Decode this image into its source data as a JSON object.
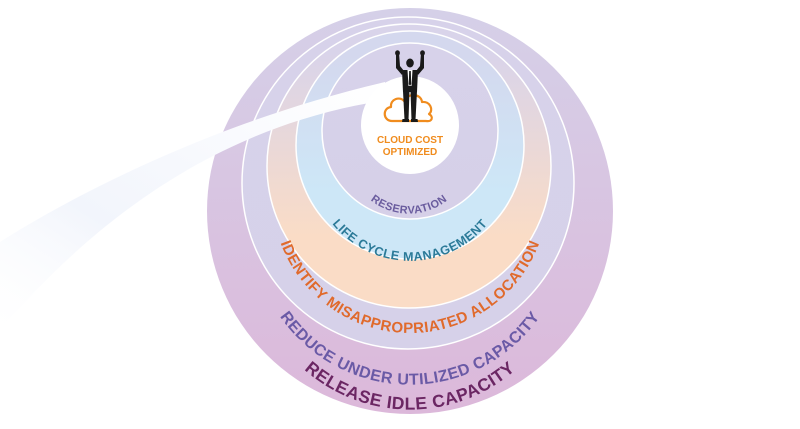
{
  "diagram": {
    "title": "Cloud Cost Optimization Layers",
    "center": {
      "line1": "CLOUD COST",
      "line2": "OPTIMIZED",
      "icon": "person-on-cloud-icon",
      "color": "#f08c1e"
    },
    "layers": [
      {
        "id": "reservation",
        "label": "RESERVATION",
        "text_color": "#6a5c9e",
        "fill_top": "#d7d2ea",
        "fill_bottom": "#d6d0e8"
      },
      {
        "id": "life-cycle",
        "label": "LIFE CYCLE MANAGEMENT",
        "text_color": "#2b7a98",
        "fill_top": "#d4d8ee",
        "fill_bottom": "#cde7f7"
      },
      {
        "id": "misappropriated",
        "label": "IDENTIFY MISAPPROPRIATED ALLOCATION",
        "text_color": "#e06a2c",
        "fill_top": "#d9d4ea",
        "fill_bottom": "#fadcc6"
      },
      {
        "id": "under-utilized",
        "label": "REDUCE UNDER UTILIZED CAPACITY",
        "text_color": "#6a5aa6",
        "fill_top": "#d7d2ea",
        "fill_bottom": "#d6d1e9"
      },
      {
        "id": "idle-capacity",
        "label": "RELEASE IDLE CAPACITY",
        "text_color": "#6b2663",
        "fill_top": "#d5d0e8",
        "fill_bottom": "#dcb8da"
      }
    ]
  }
}
